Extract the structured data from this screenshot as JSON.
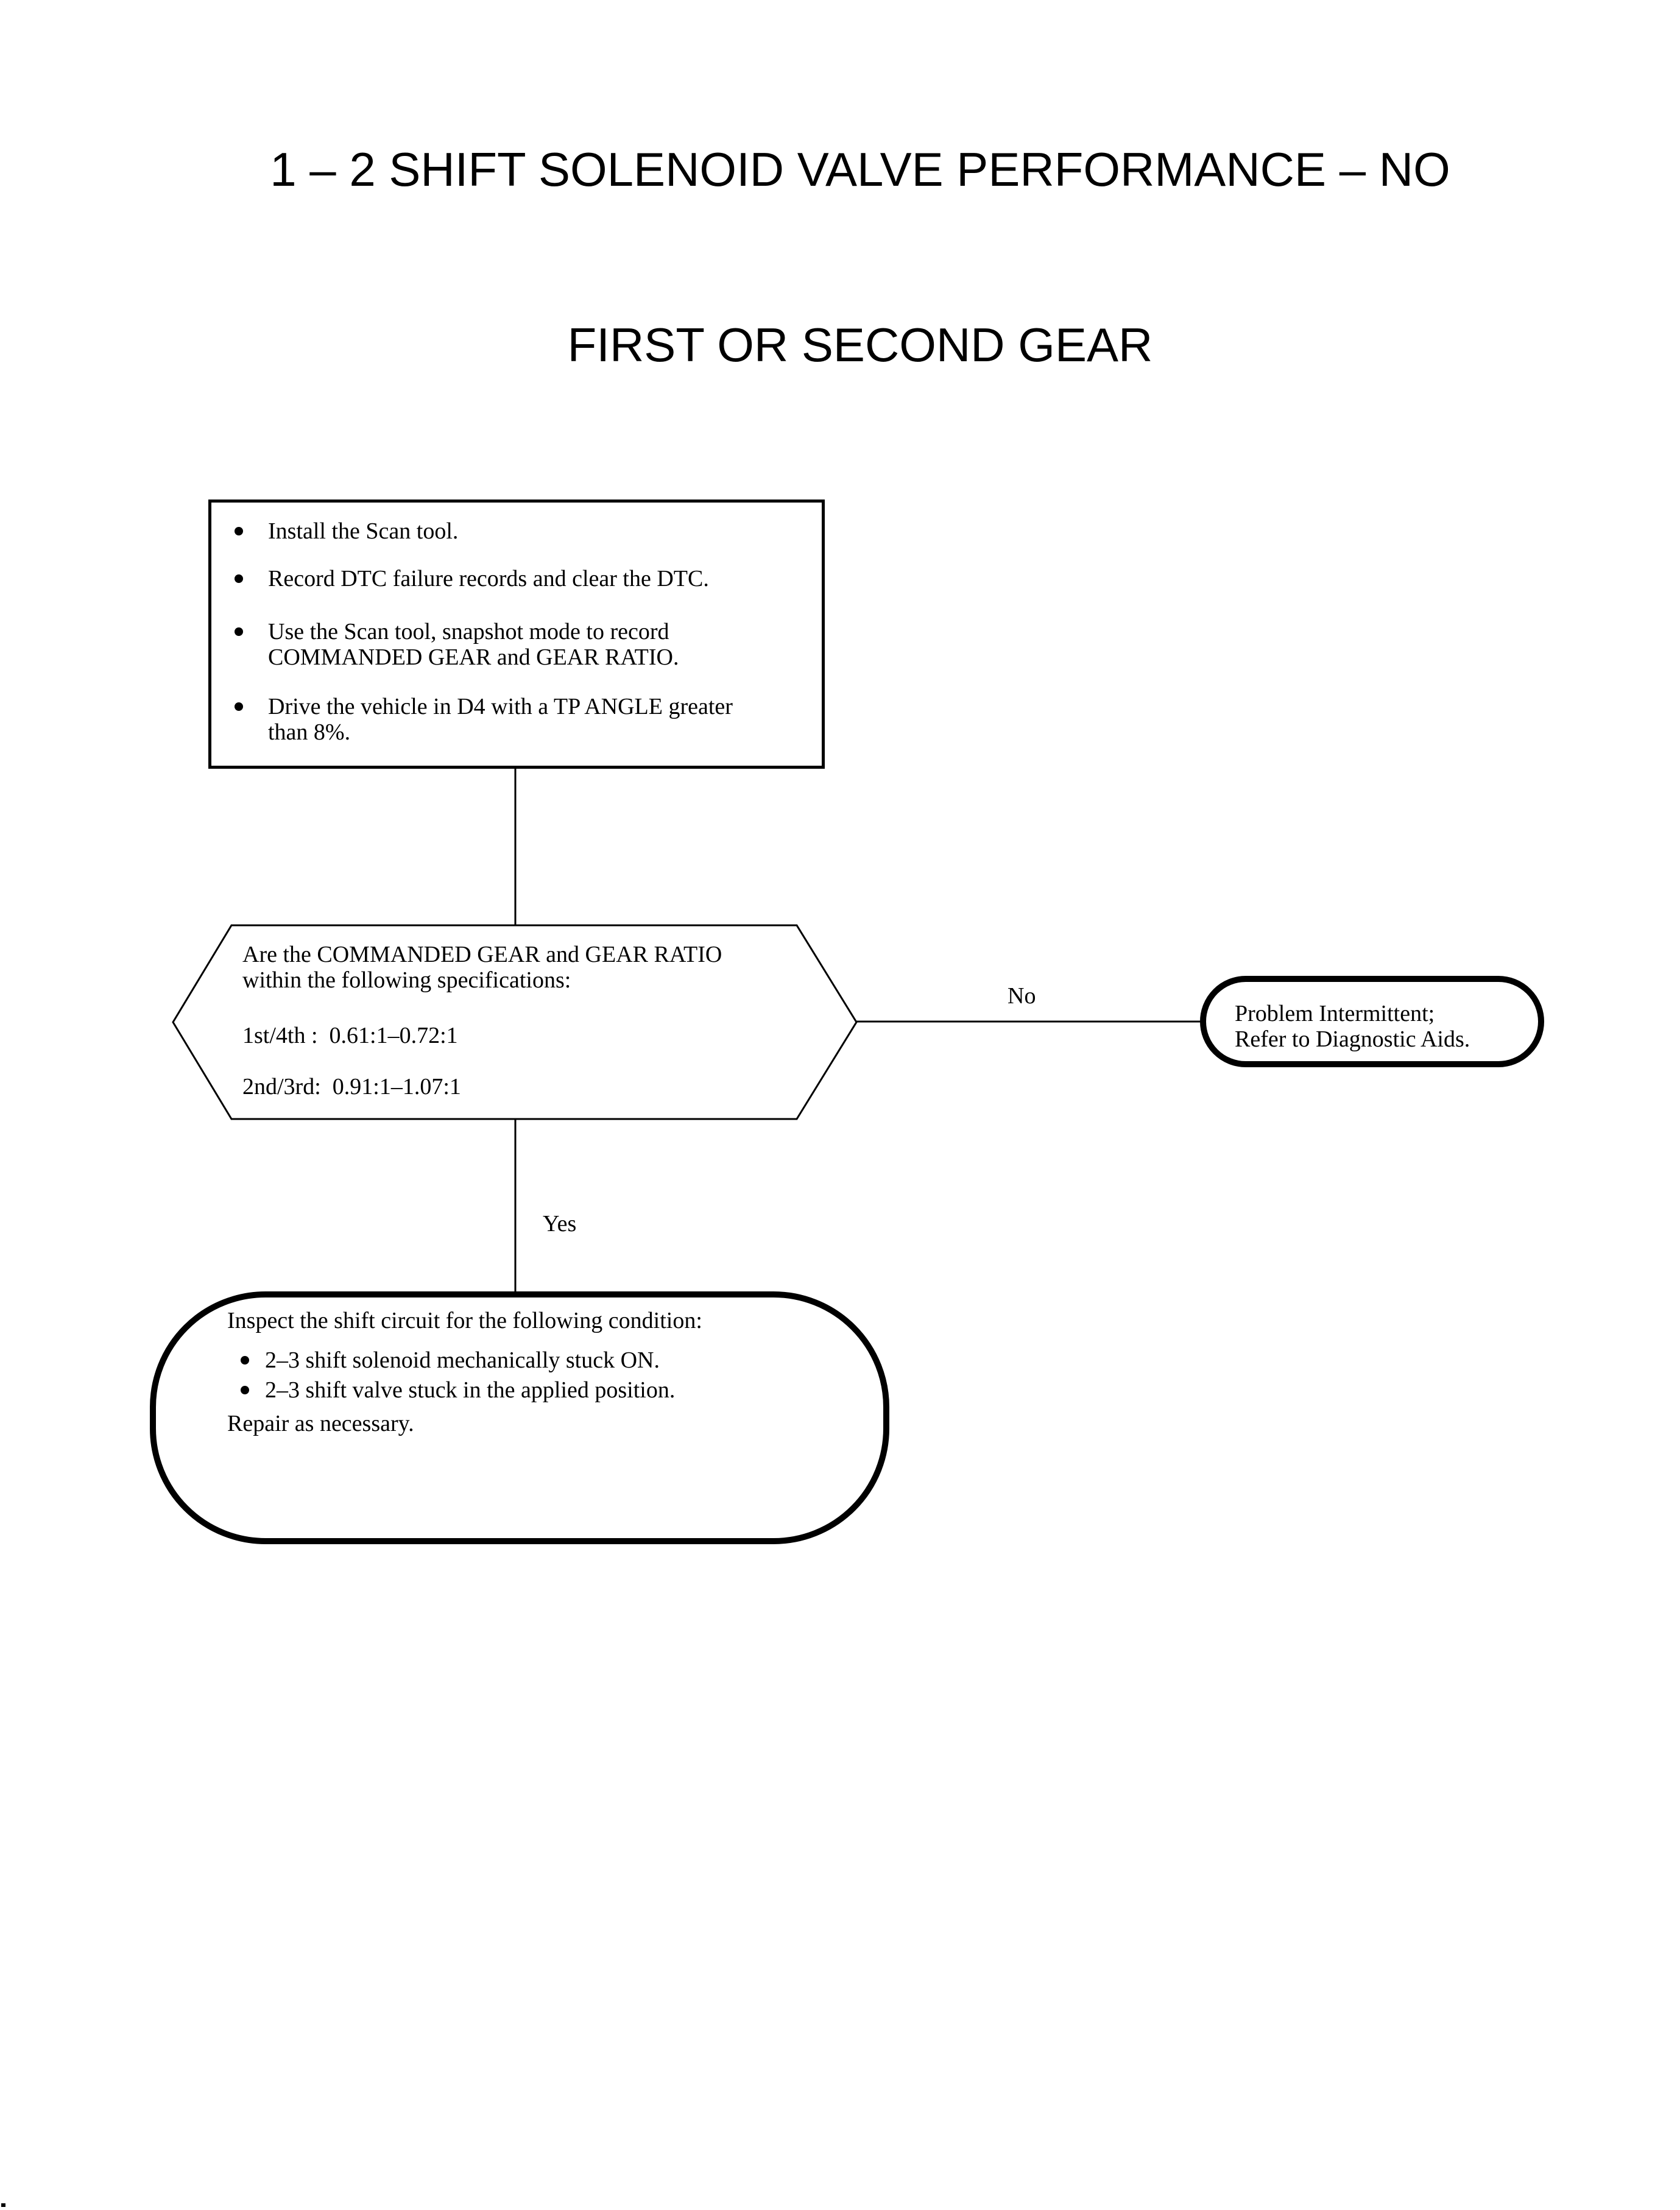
{
  "title": {
    "line1": "1 – 2 SHIFT SOLENOID VALVE PERFORMANCE – NO",
    "line2": "FIRST OR SECOND GEAR"
  },
  "setup_box": {
    "bullet1": "Install the Scan tool.",
    "bullet2": "Record DTC failure records and clear the DTC.",
    "bullet3": "Use the Scan tool, snapshot mode to record\nCOMMANDED GEAR and GEAR RATIO.",
    "bullet4": "Drive the vehicle in D4 with a TP ANGLE greater\nthan 8%."
  },
  "decision": {
    "question": "Are the COMMANDED GEAR and GEAR RATIO\nwithin the following specifications:",
    "spec_1st_4th": "1st/4th :  0.61:1–0.72:1",
    "spec_2nd_3rd": "2nd/3rd:  0.91:1–1.07:1"
  },
  "branch_labels": {
    "no": "No",
    "yes": "Yes"
  },
  "no_node": {
    "text": "Problem Intermittent;\nRefer to Diagnostic Aids."
  },
  "yes_node": {
    "intro": "Inspect the shift circuit for the following condition:",
    "bullet1": "2–3 shift solenoid mechanically stuck ON.",
    "bullet2": "2–3 shift valve stuck in the applied position.",
    "outro": "Repair as necessary."
  },
  "colors": {
    "ink": "#000000",
    "paper": "#ffffff"
  }
}
